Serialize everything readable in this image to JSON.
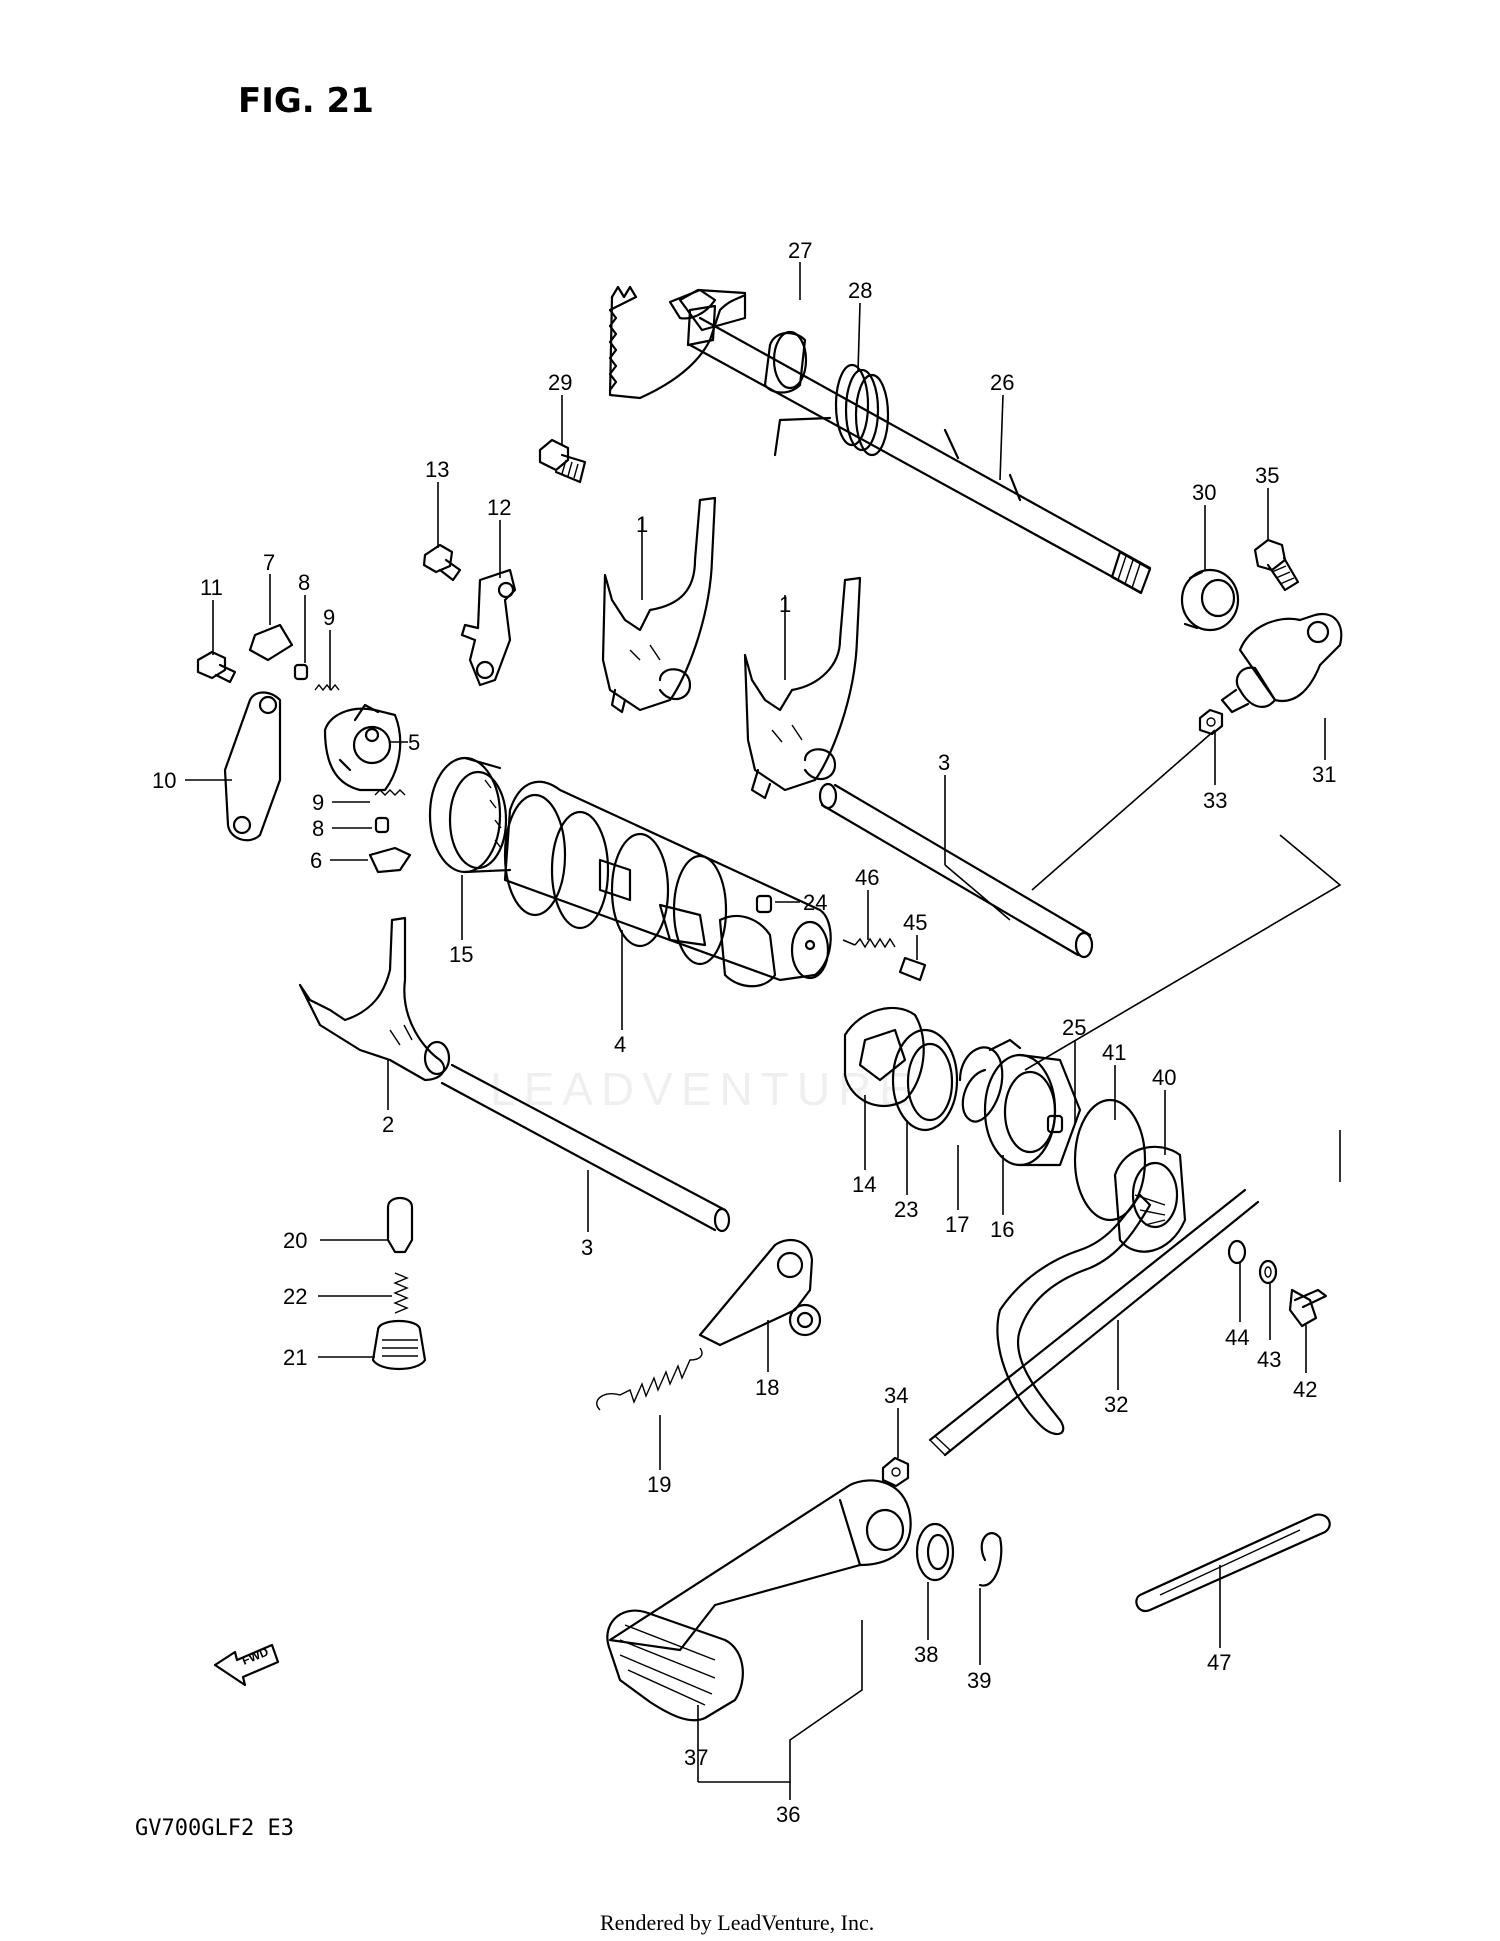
{
  "figure": {
    "title": "FIG. 21",
    "model_code": "GV700GLF2  E3",
    "footer": "Rendered by LeadVenture, Inc.",
    "watermark": "LEADVENTURE",
    "direction_label": "FWD"
  },
  "callouts": [
    {
      "id": "c27",
      "label": "27"
    },
    {
      "id": "c28",
      "label": "28"
    },
    {
      "id": "c26",
      "label": "26"
    },
    {
      "id": "c29",
      "label": "29"
    },
    {
      "id": "c30",
      "label": "30"
    },
    {
      "id": "c35",
      "label": "35"
    },
    {
      "id": "c13",
      "label": "13"
    },
    {
      "id": "c12",
      "label": "12"
    },
    {
      "id": "c1a",
      "label": "1"
    },
    {
      "id": "c1b",
      "label": "1"
    },
    {
      "id": "c11",
      "label": "11"
    },
    {
      "id": "c7",
      "label": "7"
    },
    {
      "id": "c8a",
      "label": "8"
    },
    {
      "id": "c9a",
      "label": "9"
    },
    {
      "id": "c5",
      "label": "5"
    },
    {
      "id": "c10",
      "label": "10"
    },
    {
      "id": "c9b",
      "label": "9"
    },
    {
      "id": "c8b",
      "label": "8"
    },
    {
      "id": "c6",
      "label": "6"
    },
    {
      "id": "c3a",
      "label": "3"
    },
    {
      "id": "c31",
      "label": "31"
    },
    {
      "id": "c33",
      "label": "33"
    },
    {
      "id": "c15",
      "label": "15"
    },
    {
      "id": "c24",
      "label": "24"
    },
    {
      "id": "c46",
      "label": "46"
    },
    {
      "id": "c45",
      "label": "45"
    },
    {
      "id": "c4",
      "label": "4"
    },
    {
      "id": "c25",
      "label": "25"
    },
    {
      "id": "c41",
      "label": "41"
    },
    {
      "id": "c40",
      "label": "40"
    },
    {
      "id": "c2",
      "label": "2"
    },
    {
      "id": "c14",
      "label": "14"
    },
    {
      "id": "c23",
      "label": "23"
    },
    {
      "id": "c17",
      "label": "17"
    },
    {
      "id": "c16",
      "label": "16"
    },
    {
      "id": "c3b",
      "label": "3"
    },
    {
      "id": "c20",
      "label": "20"
    },
    {
      "id": "c22",
      "label": "22"
    },
    {
      "id": "c21",
      "label": "21"
    },
    {
      "id": "c18",
      "label": "18"
    },
    {
      "id": "c44",
      "label": "44"
    },
    {
      "id": "c43",
      "label": "43"
    },
    {
      "id": "c42",
      "label": "42"
    },
    {
      "id": "c32",
      "label": "32"
    },
    {
      "id": "c34",
      "label": "34"
    },
    {
      "id": "c19",
      "label": "19"
    },
    {
      "id": "c38",
      "label": "38"
    },
    {
      "id": "c39",
      "label": "39"
    },
    {
      "id": "c47",
      "label": "47"
    },
    {
      "id": "c37",
      "label": "37"
    },
    {
      "id": "c36",
      "label": "36"
    }
  ]
}
